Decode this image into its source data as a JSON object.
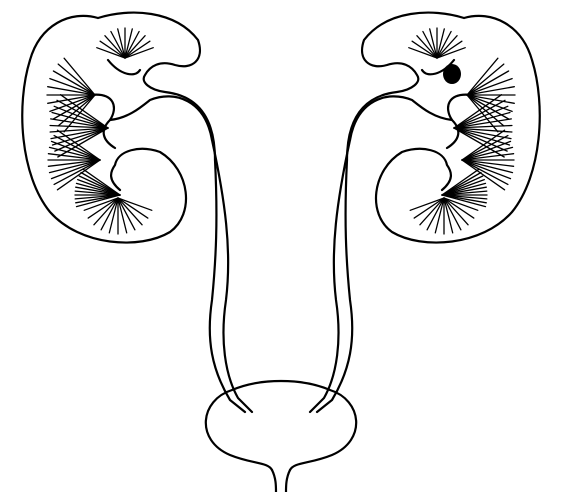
{
  "diagram": {
    "subject": "urinary-tract-line-drawing",
    "colors": {
      "line": "#000000",
      "background": "#ffffff",
      "stone_fill": "#000000"
    },
    "parts": {
      "left_kidney": {
        "calyces": 6
      },
      "right_kidney": {
        "calyces": 6,
        "has_stone": true
      },
      "ureters": 2,
      "bladder": 1,
      "urethra": 1
    }
  }
}
